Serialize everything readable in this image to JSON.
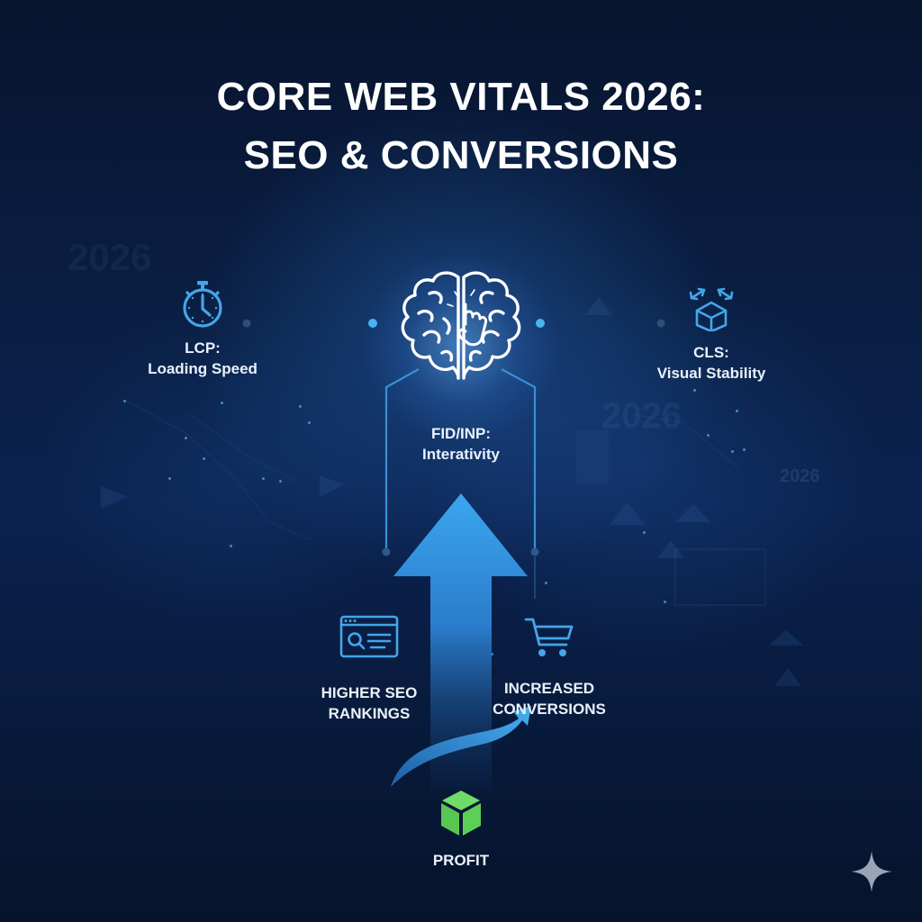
{
  "title": {
    "line1": "CORE WEB VITALS 2026:",
    "line2": "SEO & CONVERSIONS"
  },
  "metrics": [
    {
      "id": "lcp",
      "label": "LCP:",
      "sublabel": "Loading Speed",
      "icon": "stopwatch-icon"
    },
    {
      "id": "inp",
      "label": "FID/INP:",
      "sublabel": "Interativity",
      "icon": "brain-pointer-icon"
    },
    {
      "id": "cls",
      "label": "CLS:",
      "sublabel": "Visual Stability",
      "icon": "expanding-cube-icon"
    }
  ],
  "outcomes": [
    {
      "id": "seo",
      "line1": "HIGHER SEO",
      "line2": "RANKINGS",
      "icon": "search-browser-icon"
    },
    {
      "id": "conv",
      "line1": "INCREASED",
      "line2": "CONVERSIONS",
      "icon": "shopping-cart-icon"
    }
  ],
  "result": {
    "label": "PROFIT",
    "icon": "green-cube-icon"
  },
  "watermarks": [
    "2026",
    "2026",
    "2026"
  ],
  "colors": {
    "background": "#0a1f44",
    "accent": "#3a9be0",
    "arrow_top": "#3aa4ec",
    "arrow_bottom": "#1a4d8f",
    "profit_green": "#5cd05a",
    "text": "#ffffff",
    "sparkle": "#9aa4b5"
  }
}
